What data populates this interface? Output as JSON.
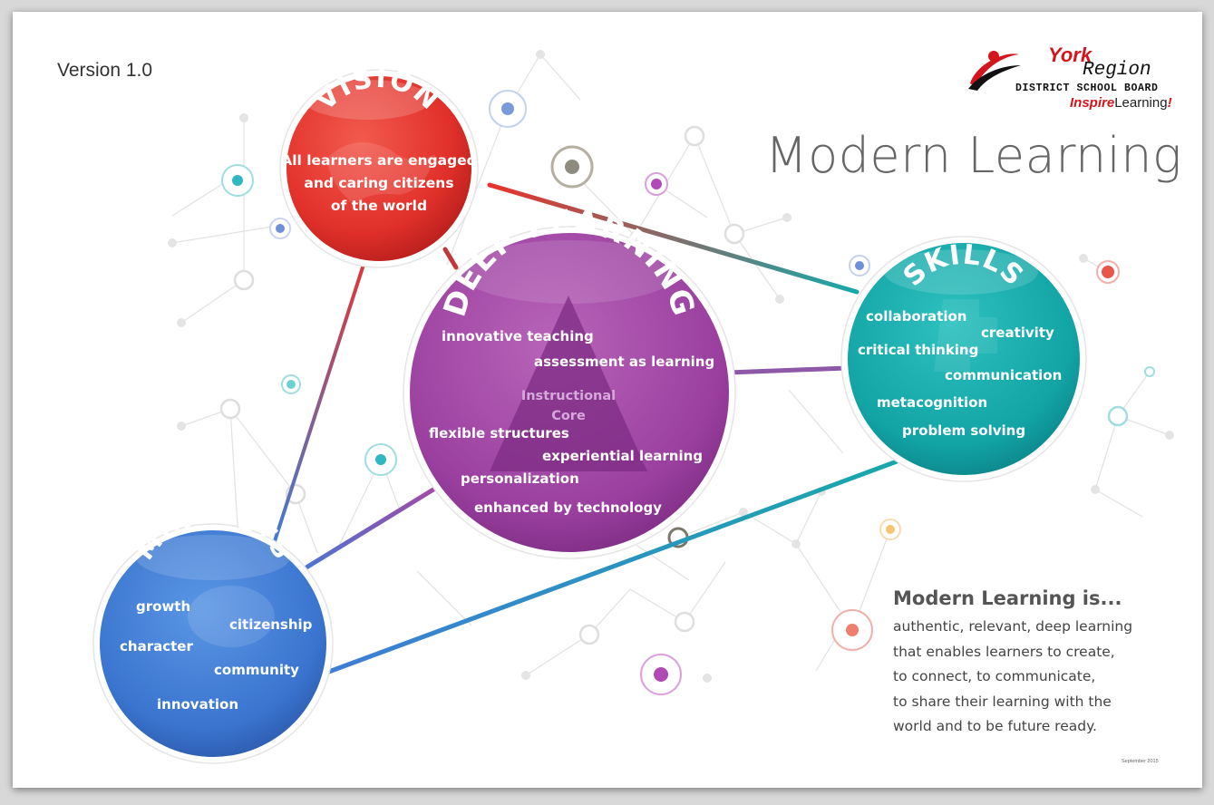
{
  "version": "Version 1.0",
  "title": "Modern Learning",
  "logo": {
    "york": "York",
    "region": "Region",
    "board": "DISTRICT SCHOOL BOARD",
    "tagline_accent": "Inspire",
    "tagline_rest": "Learning",
    "tagline_mark": "!"
  },
  "vision": {
    "heading": "VISION",
    "lines": [
      "All learners are engaged",
      "and caring citizens",
      "of the world"
    ]
  },
  "deep_learning": {
    "heading": "DEEP LEARNING",
    "core_lines": [
      "Instructional",
      "Core"
    ],
    "items": [
      "innovative teaching",
      "assessment as learning",
      "flexible structures",
      "experiential learning",
      "personalization",
      "enhanced by technology"
    ]
  },
  "skills": {
    "heading": "SKILLS",
    "items": [
      "collaboration",
      "creativity",
      "critical thinking",
      "communication",
      "metacognition",
      "problem solving"
    ]
  },
  "mindsets": {
    "heading": "MINDSETS",
    "items": [
      "growth",
      "citizenship",
      "character",
      "community",
      "innovation"
    ]
  },
  "definition": {
    "heading": "Modern Learning is...",
    "lines": [
      "authentic, relevant, deep learning",
      "that enables learners to create,",
      "to connect, to communicate,",
      "to share their learning with the",
      "world and to be future ready."
    ]
  },
  "date": "September 2015",
  "colors": {
    "vision": "#e8332c",
    "deep_learning": "#a24aa6",
    "skills": "#17a9aa",
    "mindsets": "#3f7dd6",
    "accent_red": "#d4151d"
  }
}
